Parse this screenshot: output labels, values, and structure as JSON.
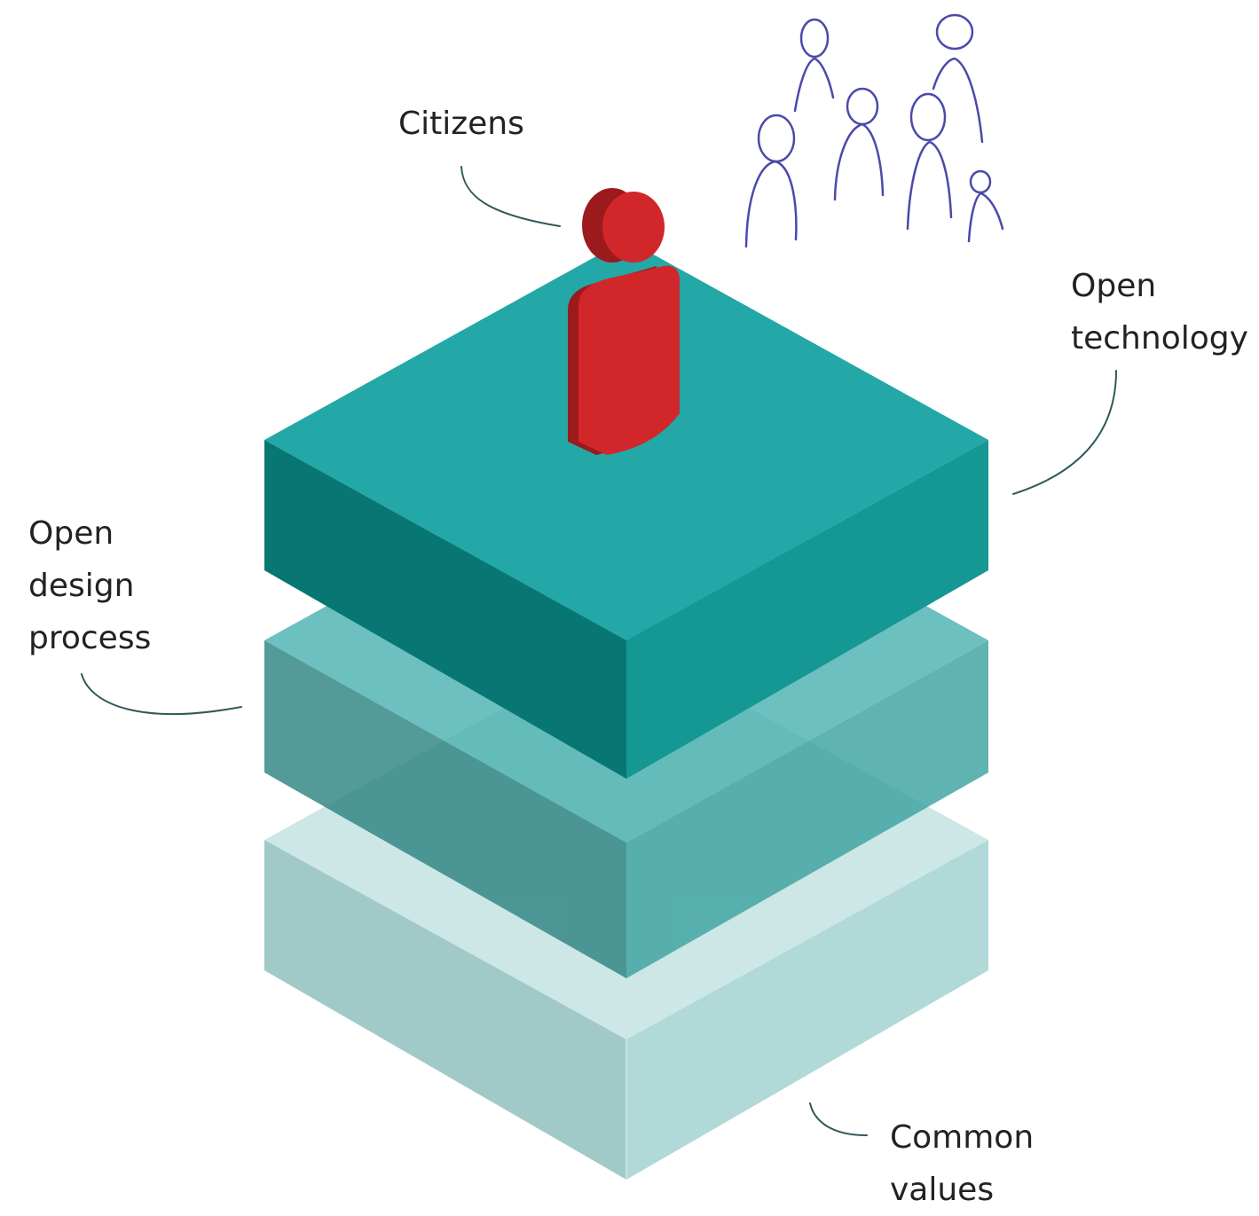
{
  "labels": {
    "citizens": "Citizens",
    "open_technology": [
      "Open",
      "technology"
    ],
    "open_design_process": [
      "Open",
      "design",
      "process"
    ],
    "common_values": [
      "Common",
      "values"
    ]
  },
  "colors": {
    "top_layer_top": "#23a8a7",
    "top_layer_left": "#087774",
    "top_layer_right": "#159794",
    "middle_layer": "#2a9996",
    "bottom_layer": "#80c4c2",
    "citizen_figure": "#d1262a",
    "citizen_figure_shade": "#9b1a1e",
    "crowd_sketch": "#4b4aa8",
    "leader_line": "#2f5a5a"
  }
}
